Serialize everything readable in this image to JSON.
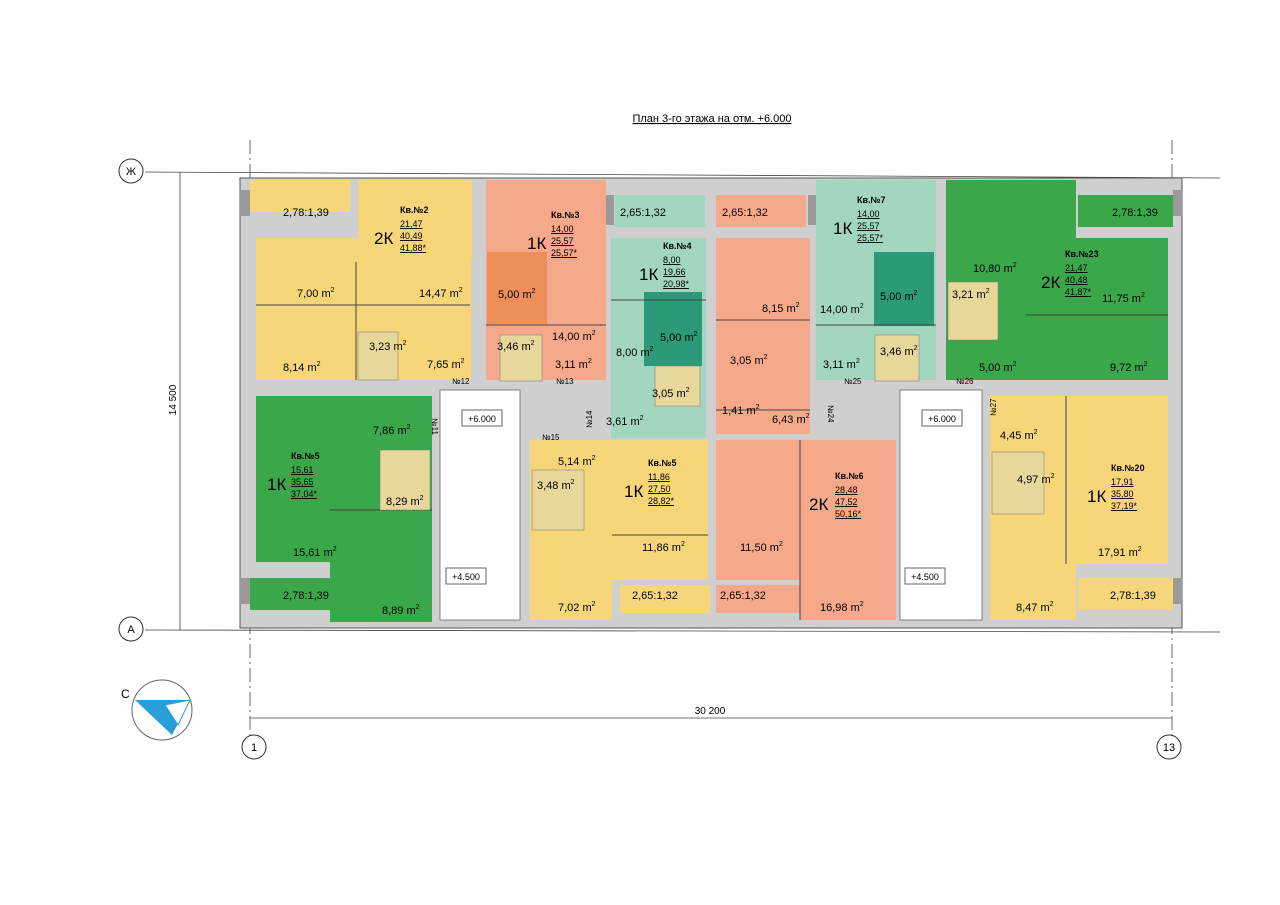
{
  "title": "План 3-го этажа на отм. +6.000",
  "axes": {
    "zh": "Ж",
    "a": "А",
    "left": "1",
    "right": "13"
  },
  "dims": {
    "height": "14 500",
    "width": "30 200"
  },
  "compass": "С",
  "colors": {
    "yellow": "#f7d67a",
    "salmon": "#f6a98a",
    "mint": "#a3d6bf",
    "green": "#3aa84a",
    "teal": "#2a9a78",
    "wall": "#b8b8b8"
  },
  "elevations": {
    "a": "+6.000",
    "b": "+6.000",
    "c": "+4.500",
    "d": "+4.500"
  },
  "numbers": {
    "n11": "№11",
    "n12": "№12",
    "n13": "№13",
    "n14": "№14",
    "n15": "№15",
    "n24": "№24",
    "n25": "№25",
    "n26": "№26",
    "n27": "№27"
  },
  "balconies": {
    "b1": "2,78:1,39",
    "b2": "2,65:1,32",
    "b3": "2,65:1,32",
    "b4": "2,78:1,39",
    "b5": "2,78:1,39",
    "b6": "2,65:1,32",
    "b7": "2,65:1,32",
    "b8": "2,78:1,39"
  },
  "apartments": {
    "a2": {
      "name": "Кв.№2",
      "type": "2К",
      "living": "21,47",
      "total": "40,49",
      "gross": "41,88*"
    },
    "a3": {
      "name": "Кв.№3",
      "type": "1К",
      "living": "14,00",
      "total": "25,57",
      "gross": "25,57*"
    },
    "a4": {
      "name": "Кв.№4",
      "type": "1К",
      "living": "8,00",
      "total": "19,66",
      "gross": "20,98*"
    },
    "a7": {
      "name": "Кв.№7",
      "type": "1К",
      "living": "14,00",
      "total": "25,57",
      "gross": "25,57*"
    },
    "a23": {
      "name": "Кв.№23",
      "type": "2К",
      "living": "21,47",
      "total": "40,48",
      "gross": "41,87*"
    },
    "a5l": {
      "name": "Кв.№5",
      "type": "1К",
      "living": "15,61",
      "total": "35,65",
      "gross": "37,04*"
    },
    "a5c": {
      "name": "Кв.№5",
      "type": "1К",
      "living": "11,86",
      "total": "27,50",
      "gross": "28,82*"
    },
    "a6": {
      "name": "Кв.№6",
      "type": "2К",
      "living": "28,48",
      "total": "47,52",
      "gross": "50,16*"
    },
    "a20": {
      "name": "Кв.№20",
      "type": "1К",
      "living": "17,91",
      "total": "35,80",
      "gross": "37,19*"
    }
  },
  "rooms": {
    "r1": "7,00 m",
    "r2": "14,47 m",
    "r3": "8,14 m",
    "r4": "3,23 m",
    "r5": "7,65 m",
    "r6": "5,00 m",
    "r7": "14,00 m",
    "r8": "3,46 m",
    "r9": "3,11 m",
    "r10": "5,00 m",
    "r11": "8,00 m",
    "r12": "3,05 m",
    "r13": "3,61 m",
    "r14": "8,15 m",
    "r15": "3,05 m",
    "r16": "1,41 m",
    "r17": "6,43 m",
    "r18": "14,00 m",
    "r19": "5,00 m",
    "r20": "3,11 m",
    "r21": "3,46 m",
    "r22": "10,80 m",
    "r23": "3,21 m",
    "r24": "11,75 m",
    "r25": "5,00 m",
    "r26": "9,72 m",
    "r27": "7,86 m",
    "r28": "8,29 m",
    "r29": "15,61 m",
    "r30": "8,89 m",
    "r31": "5,14 m",
    "r32": "3,48 m",
    "r33": "11,86 m",
    "r34": "7,02 m",
    "r35": "11,50 m",
    "r36": "16,98 m",
    "r37": "4,45 m",
    "r38": "4,97 m",
    "r39": "17,91 m",
    "r40": "8,47 m"
  }
}
